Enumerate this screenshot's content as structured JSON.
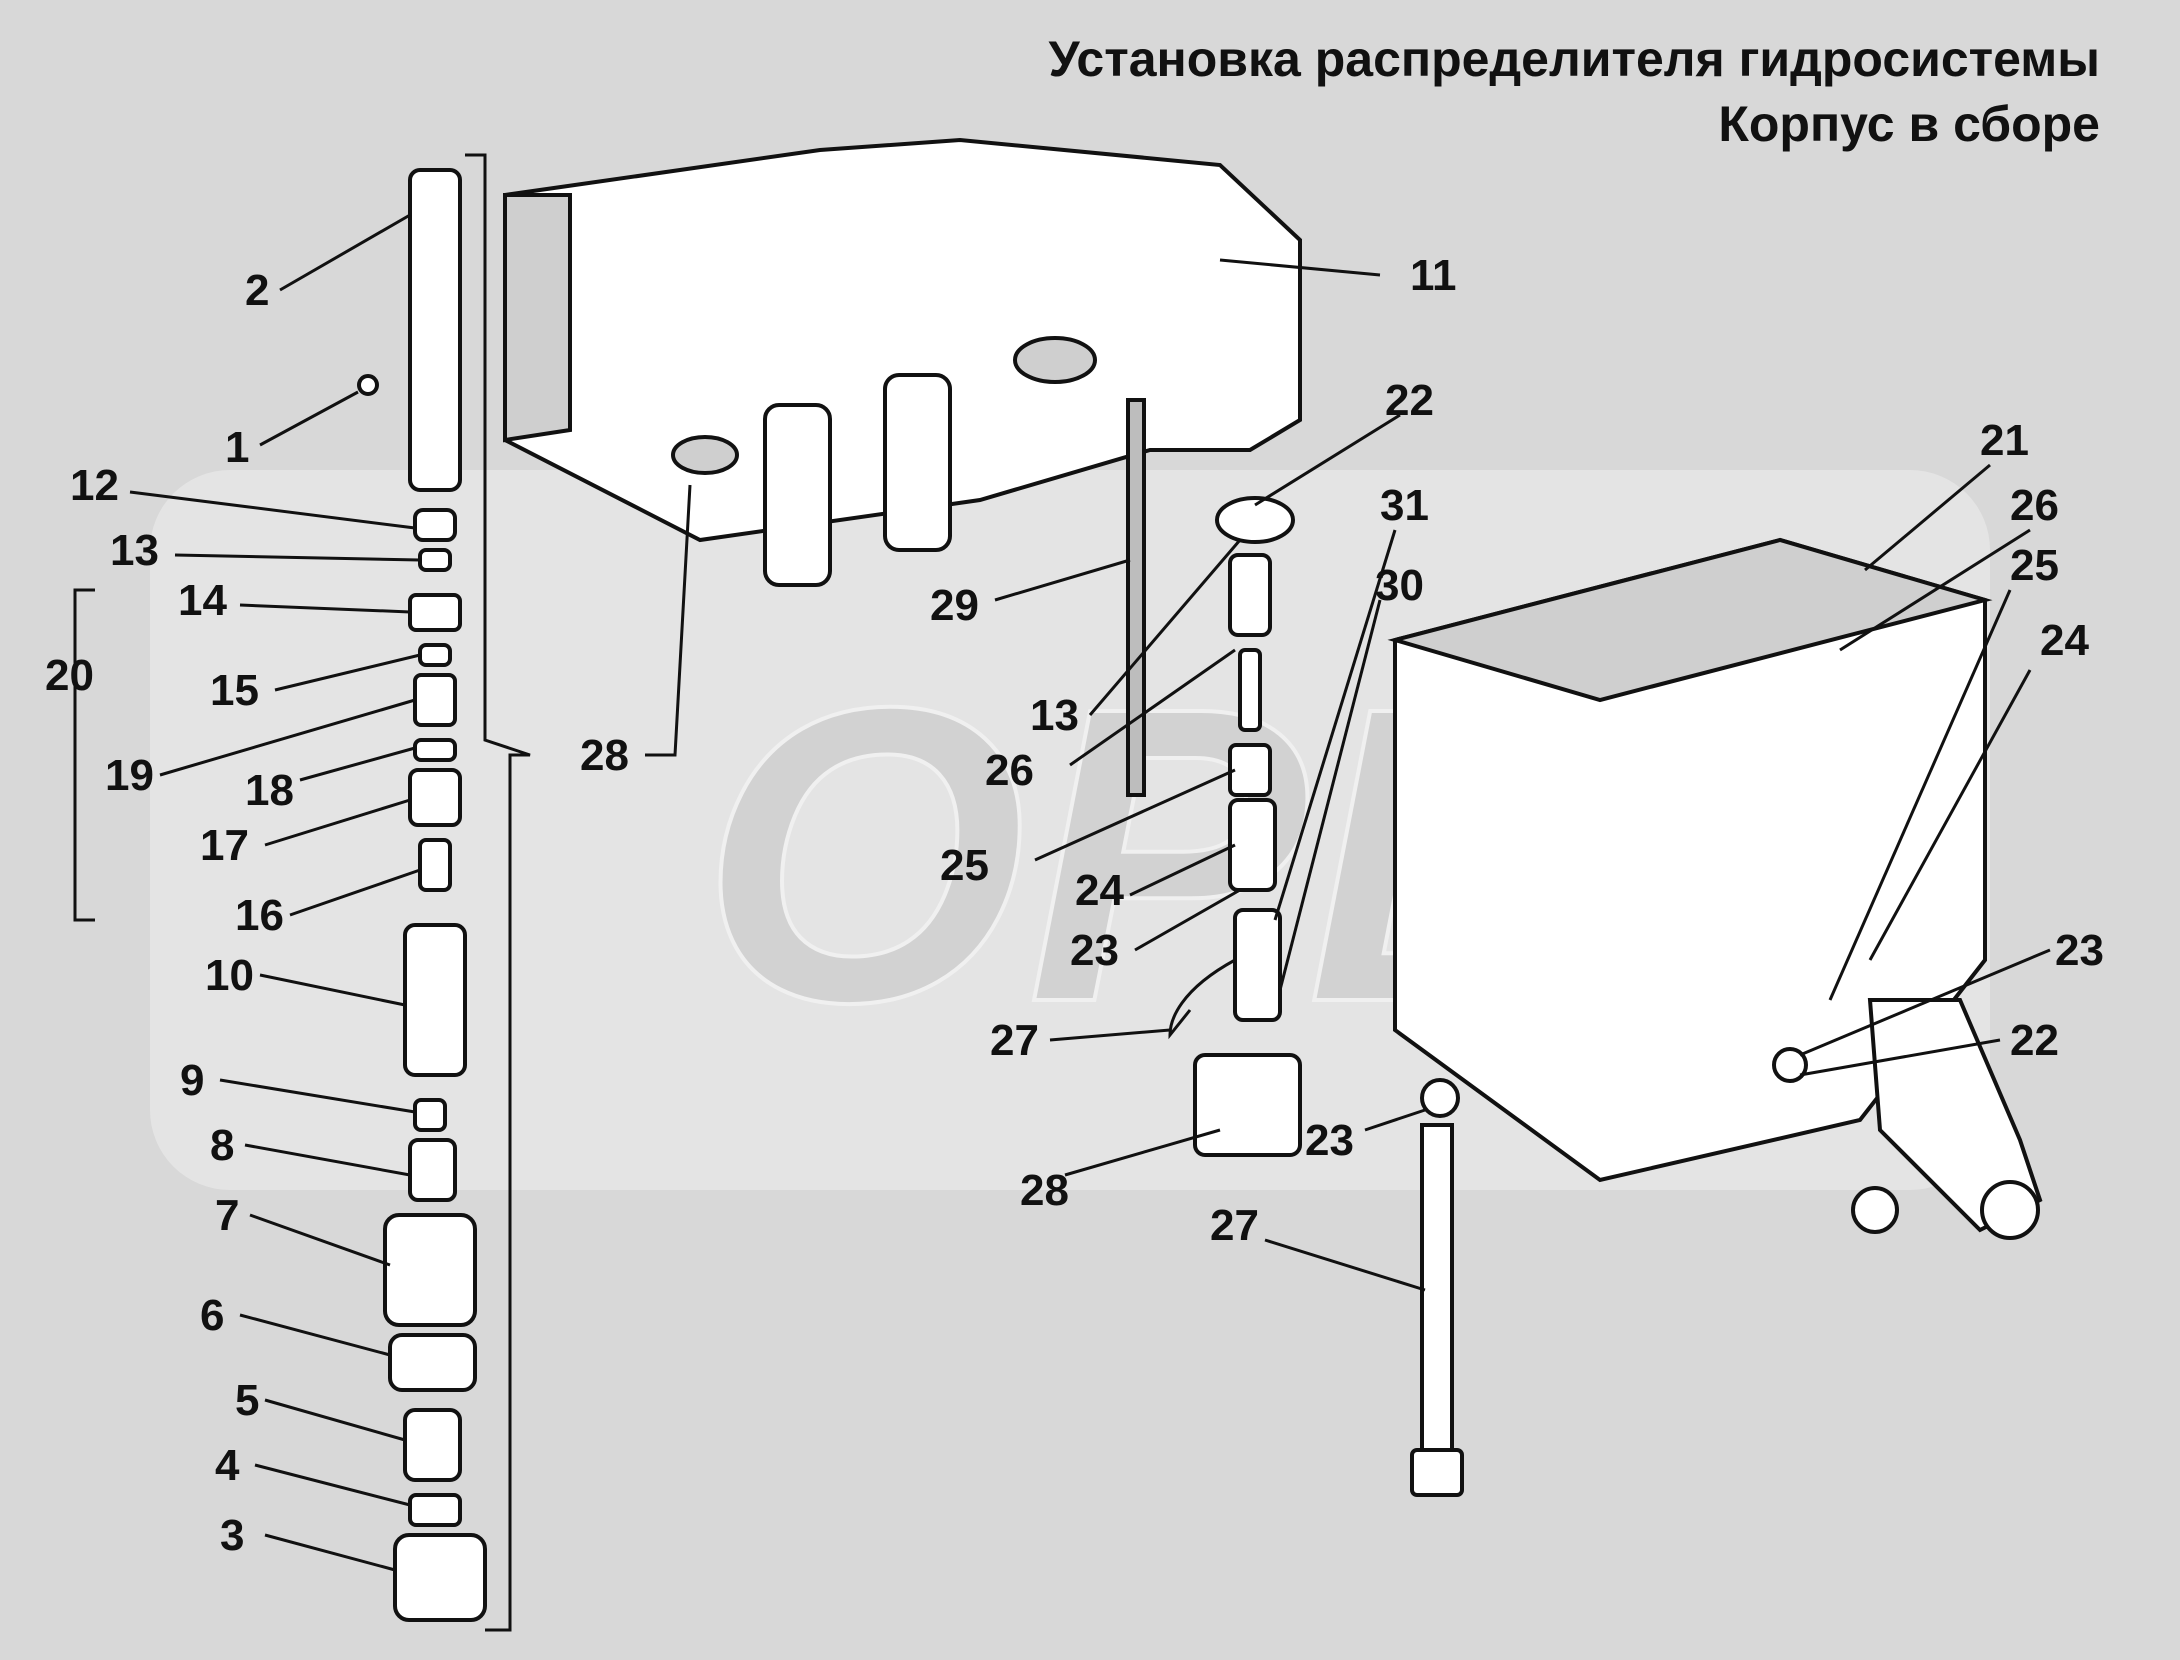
{
  "title": {
    "line1": "Установка распределителя гидросистемы",
    "line2": "Корпус в сборе"
  },
  "watermark": {
    "text": "ОРЕЛ",
    "color": "#e3e3e3"
  },
  "colors": {
    "background": "#d8d8d8",
    "ink": "#111111",
    "part_fill": "#ffffff",
    "part_shade": "#cfcfcf"
  },
  "labels": [
    "1",
    "2",
    "3",
    "4",
    "5",
    "6",
    "7",
    "8",
    "9",
    "10",
    "11",
    "12",
    "13",
    "14",
    "15",
    "16",
    "17",
    "18",
    "19",
    "20",
    "28",
    "29",
    "13",
    "26",
    "25",
    "24",
    "23",
    "27",
    "28",
    "22",
    "31",
    "30",
    "23",
    "27",
    "21",
    "26",
    "25",
    "24",
    "23",
    "22"
  ]
}
